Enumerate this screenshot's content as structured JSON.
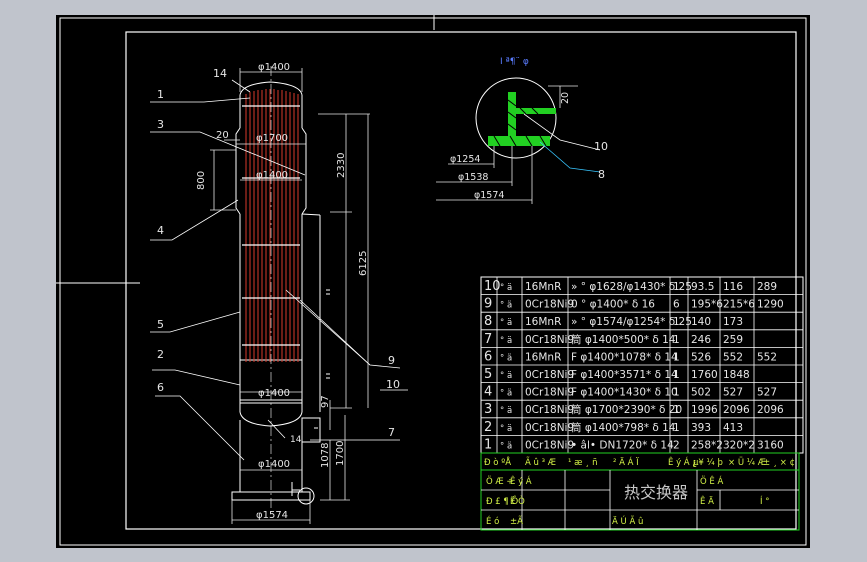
{
  "colors": {
    "background_outer": "#c0c4cc",
    "canvas": "#000000",
    "frame": "#ffffff",
    "dim": "#e6e6e6",
    "leader": "#ffffff",
    "title_text": "#c8c8c8",
    "tubes": "#d93a2b",
    "blue_text": "#5a7cff",
    "cyan": "#38c6ff",
    "green": "#22d022",
    "yellow_green": "#d2f046"
  },
  "drawing_title": "热交换器",
  "detail_label": "I ª¶¨ φ",
  "top_dims": {
    "d_top": "φ1400",
    "d_shell": "φ1700",
    "d_inner": "φ1400",
    "d_mid": "φ1400",
    "d_low": "φ1400",
    "d_base": "φ1574",
    "len_20": "20",
    "len_800": "800",
    "len_2330": "2330",
    "len_6125": "6125",
    "len_97": "97",
    "len_1078": "1078",
    "len_1700": "1700"
  },
  "detail_dims": {
    "d1": "φ1254",
    "d2": "φ1538",
    "d3": "φ1574",
    "t": "20"
  },
  "callouts": {
    "c14": "14",
    "c1": "1",
    "c3": "3",
    "c4": "4",
    "c5": "5",
    "c2": "2",
    "c6": "6",
    "c9": "9",
    "c10": "10",
    "c7": "7",
    "c10d": "10",
    "c8": "8"
  },
  "parts_table": {
    "rows": [
      [
        "10",
        "° ä",
        "16MnR",
        "» ° φ1628/φ1430* δ 25",
        "1",
        "93.5",
        "116",
        "289"
      ],
      [
        "9",
        "° ä",
        "0Cr18Ni9",
        "0 ° φ1400* δ 16",
        "6",
        "195*6",
        "215*6",
        "1290"
      ],
      [
        "8",
        "° ä",
        "16MnR",
        "» ° φ1574/φ1254* δ 25",
        "1",
        "140",
        "173",
        ""
      ],
      [
        "7",
        "° ä",
        "0Cr18Ni9",
        "筒 φ1400*500* δ 14",
        "1",
        "246",
        "259",
        ""
      ],
      [
        "6",
        "° ä",
        "16MnR",
        "F φ1400*1078* δ 14",
        "1",
        "526",
        "552",
        "552"
      ],
      [
        "5",
        "° ä",
        "0Cr18Ni9",
        "F φ1400*3571* δ 14",
        "1",
        "1760",
        "1848",
        ""
      ],
      [
        "4",
        "° ä",
        "0Cr18Ni9",
        "F φ1400*1430* δ 10",
        "1",
        "502",
        "527",
        "527"
      ],
      [
        "3",
        "° ä",
        "0Cr18Ni9",
        "筒 φ1700*2390* δ 20",
        "1",
        "1996",
        "2096",
        "2096"
      ],
      [
        "2",
        "° ä",
        "0Cr18Ni9",
        "筒 φ1400*798* δ 14",
        "1",
        "393",
        "413",
        ""
      ],
      [
        "1",
        "° ä",
        "0Cr18Ni9",
        "• âl• DN1720* δ 14",
        "2",
        "258*2",
        "320*2",
        "3160"
      ]
    ],
    "header": [
      "Ð ò ºÅ",
      "Ã û ³ Æ",
      "¹ æ ¸ ñ",
      "² Ä Á Ï",
      "Ê ý Á ¿",
      "µ¥ ¼ þ",
      "× Ü ¼ Æ",
      "± ¸ × ¢"
    ],
    "title_block_left": [
      [
        "Ö Æ ÷",
        "Ê ý Á"
      ],
      [
        "Ð £ ¶ Ô",
        "Ë Ò"
      ],
      [
        "É ó",
        "±Ã"
      ]
    ],
    "title_block_right": [
      [
        "Ö Ê Á",
        ""
      ],
      [
        "Ê Ä",
        "Í °"
      ],
      [
        "Ä Ú Ã û",
        ""
      ]
    ]
  }
}
